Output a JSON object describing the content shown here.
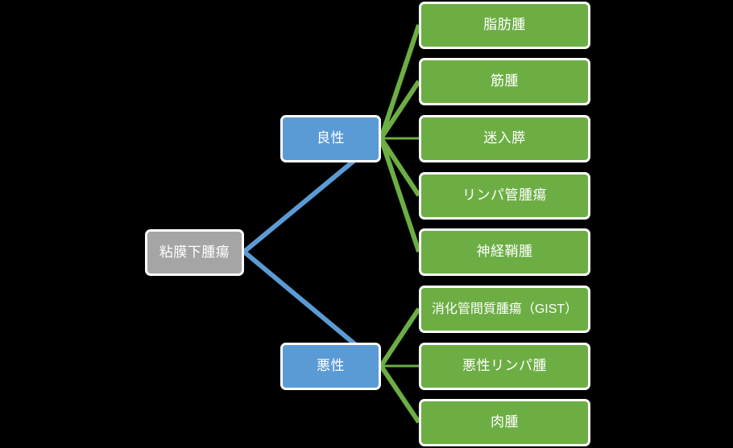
{
  "diagram": {
    "title_node": {
      "label": "粘膜下腫瘍",
      "color": "#a5a5a5"
    },
    "branches": [
      {
        "label": "良性",
        "color": "#5b9bd5"
      },
      {
        "label": "悪性",
        "color": "#5b9bd5"
      }
    ],
    "leaves": [
      {
        "label": "脂肪腫",
        "parent": "良性",
        "color": "#6cae44"
      },
      {
        "label": "筋腫",
        "parent": "良性",
        "color": "#6cae44"
      },
      {
        "label": "迷入膵",
        "parent": "良性",
        "color": "#6cae44"
      },
      {
        "label": "リンパ管腫瘍",
        "parent": "良性",
        "color": "#6cae44"
      },
      {
        "label": "神経鞘腫",
        "parent": "良性",
        "color": "#6cae44"
      },
      {
        "label": "消化管間質腫瘍（GIST）",
        "parent": "悪性",
        "color": "#6cae44"
      },
      {
        "label": "悪性リンパ腫",
        "parent": "悪性",
        "color": "#6cae44"
      },
      {
        "label": "肉腫",
        "parent": "悪性",
        "color": "#6cae44"
      }
    ],
    "edge_colors": {
      "root_to_branch": "#5b9bd5",
      "branch_to_leaf": "#6cae44"
    },
    "background": "#000000"
  }
}
